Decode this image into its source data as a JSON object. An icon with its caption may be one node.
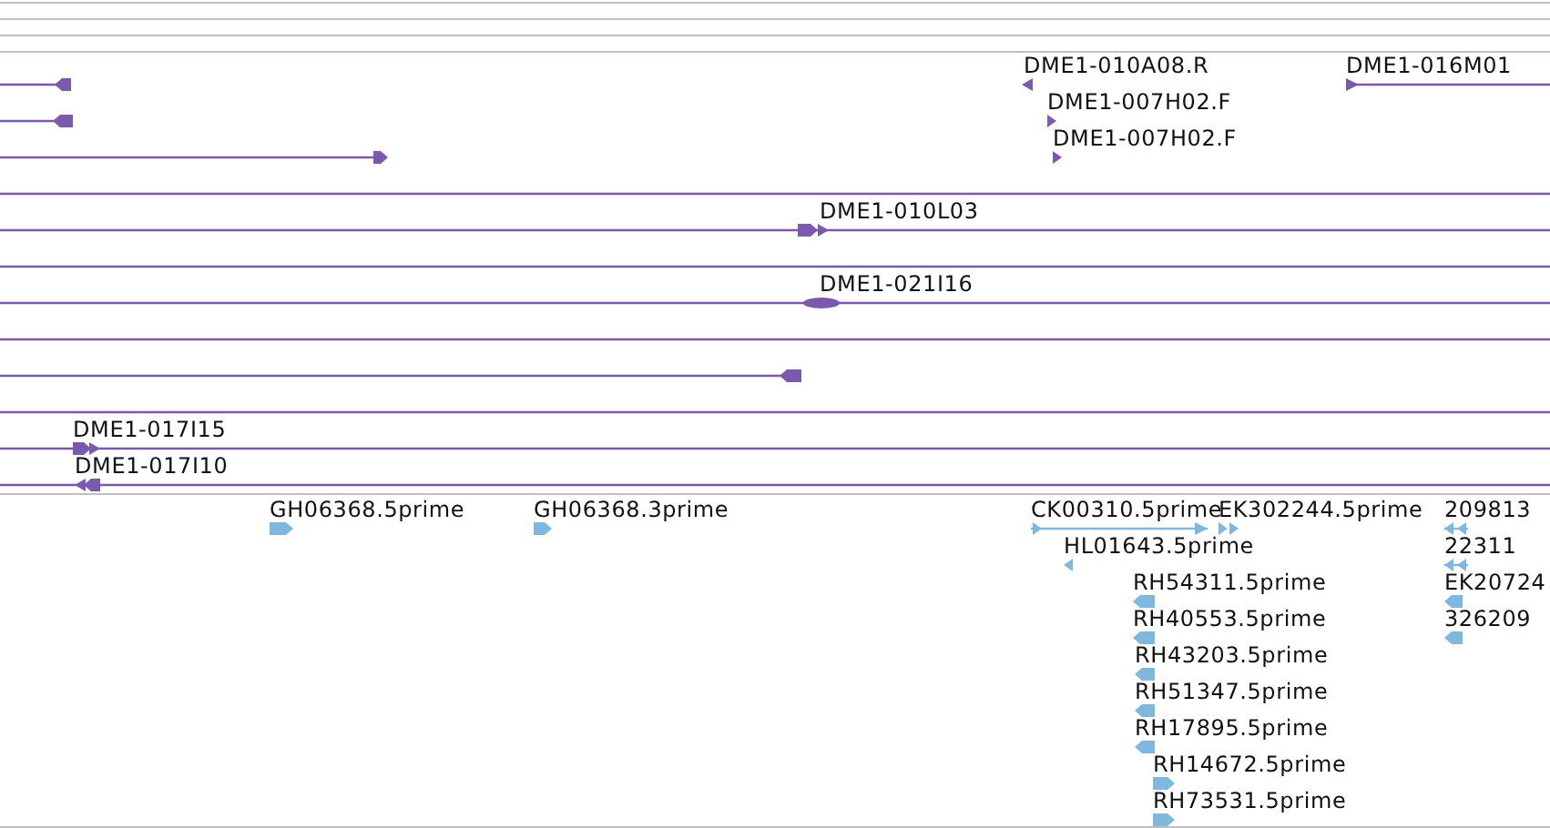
{
  "diagram": {
    "labels": [
      "DME1-010A08.R",
      "DME1-016M01",
      "DME1-007H02.F",
      "DME1-007H02.F",
      "DME1-010L03",
      "DME1-021I16",
      "DME1-017I15",
      "DME1-017I10",
      "GH06368.5prime",
      "GH06368.3prime",
      "CK00310.5prime",
      "EK302244.5prime",
      "209813",
      "HL01643.5prime",
      "22311",
      "RH54311.5prime",
      "EK20724",
      "RH40553.5prime",
      "326209",
      "RH43203.5prime",
      "RH51347.5prime",
      "RH17895.5prime",
      "RH14672.5prime",
      "RH73531.5prime"
    ]
  }
}
